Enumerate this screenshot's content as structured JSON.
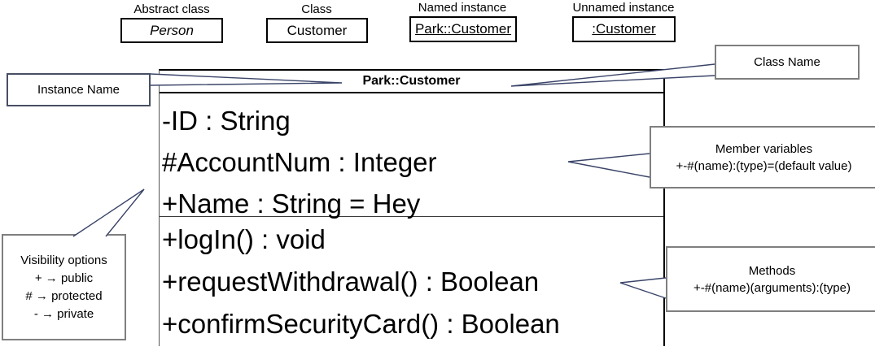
{
  "legend": {
    "items": [
      {
        "label": "Abstract class",
        "value": "Person"
      },
      {
        "label": "Class",
        "value": "Customer"
      },
      {
        "label": "Named instance",
        "value": "Park::Customer"
      },
      {
        "label": "Unnamed instance",
        "value": ":Customer"
      }
    ]
  },
  "class_box": {
    "title": "Park::Customer",
    "attributes": [
      "-ID : String",
      "#AccountNum : Integer",
      "+Name : String = Hey"
    ],
    "methods": [
      "+logIn() : void",
      "+requestWithdrawal() : Boolean",
      "+confirmSecurityCard() : Boolean"
    ]
  },
  "callouts": {
    "instance_name": {
      "text": "Instance Name"
    },
    "class_name": {
      "text": "Class Name"
    },
    "member_variables": {
      "line1": "Member variables",
      "line2": "+-#(name):(type)=(default value)"
    },
    "methods": {
      "line1": "Methods",
      "line2": "+-#(name)(arguments):(type)"
    },
    "visibility": {
      "line1": "Visibility options",
      "line2": "+ → public",
      "line3": "# → protected",
      "line4": "- → private"
    }
  },
  "colors": {
    "pointer": "#3a4468",
    "callout_border": "#7f7f7f",
    "callout_border_dark": "#474f63",
    "box_border": "#000000"
  }
}
